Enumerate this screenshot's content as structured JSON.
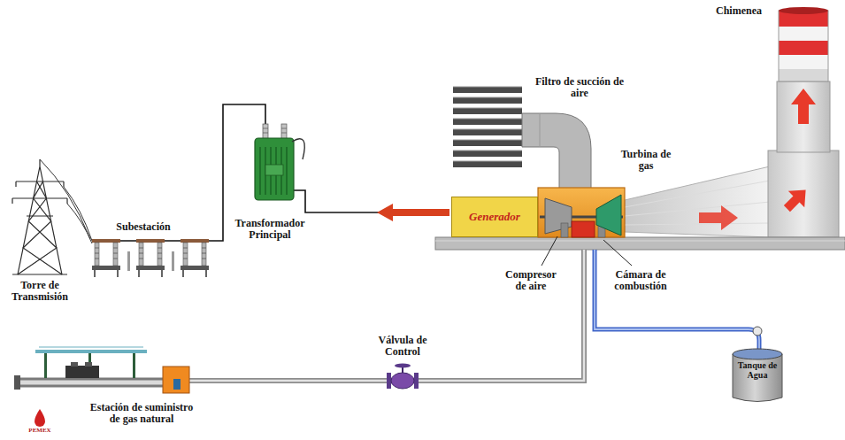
{
  "diagram": {
    "nodes": [
      {
        "text": [
          "Generador"
        ]
      },
      {
        "text": [
          "Tanque de Agua"
        ]
      }
    ],
    "labels": [
      "Chimenea",
      "Filtro de succión de aire",
      "Turbina de gas",
      "Subestación",
      "Transformador Principal",
      "Torre de Transmisión",
      "Compresor de aire",
      "Cámara de combustión",
      "Válvula de Control",
      "Estación de suministro de gas natural",
      "PEMEX"
    ]
  }
}
